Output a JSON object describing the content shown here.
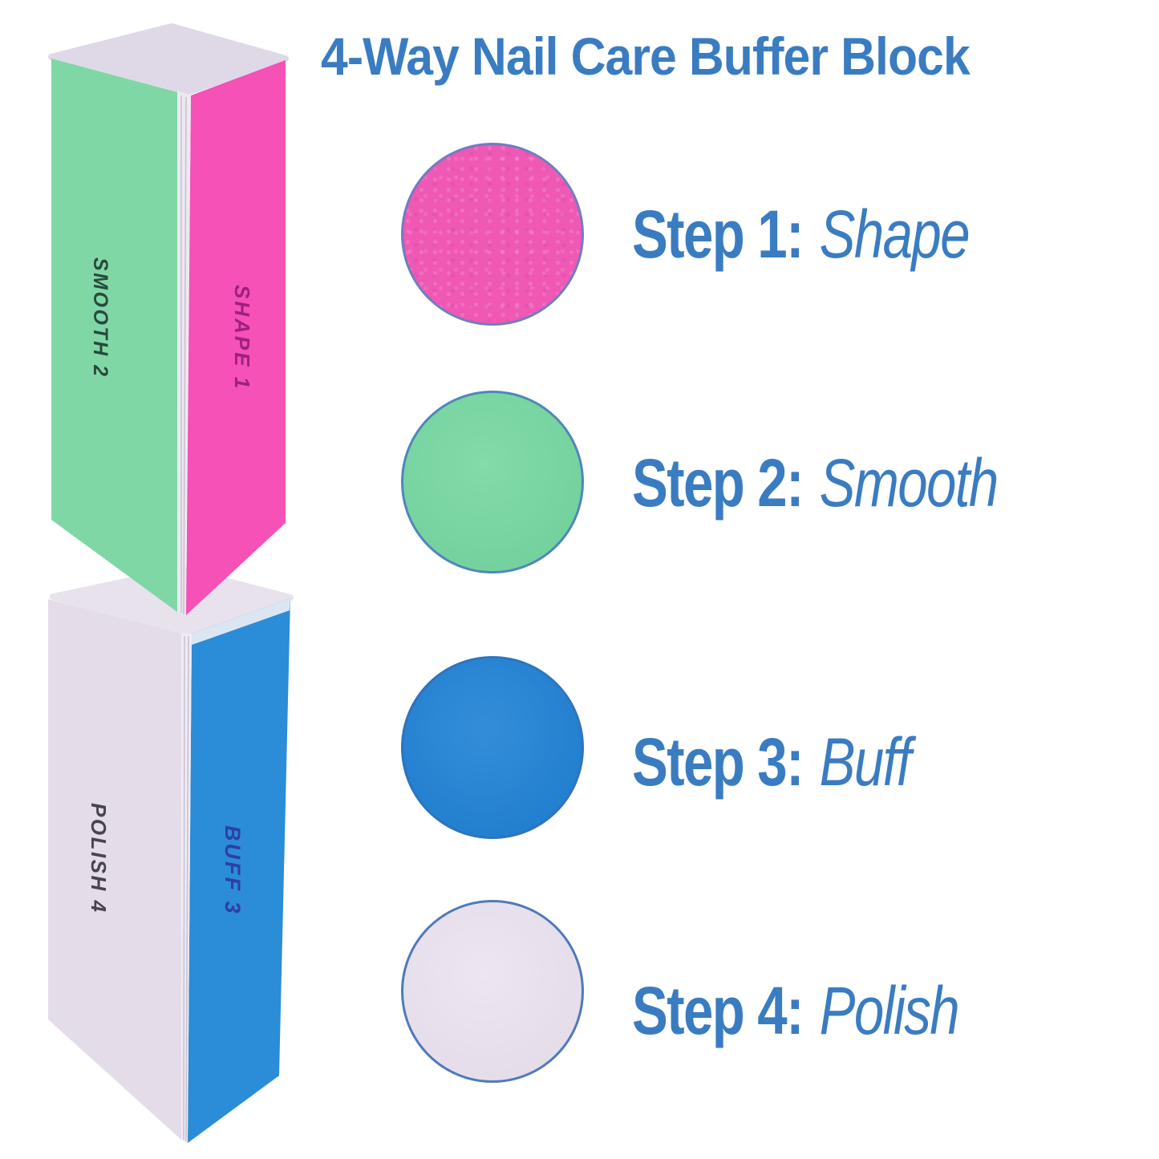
{
  "title": "4-Way Nail Care Buffer Block",
  "theme": {
    "accent_blue": "#3a7cc1",
    "background": "#ffffff"
  },
  "steps": [
    {
      "label": "Step 1:",
      "name": "Shape",
      "swatch_color": "#ef58b4",
      "swatch_border": "#6f7dc3"
    },
    {
      "label": "Step 2:",
      "name": "Smooth",
      "swatch_color": "#74d7a0",
      "swatch_border": "#4f87ba"
    },
    {
      "label": "Step 3:",
      "name": "Buff",
      "swatch_color": "#1d80d4",
      "swatch_border": "#2e74be"
    },
    {
      "label": "Step 4:",
      "name": "Polish",
      "swatch_color": "#ebe3f0",
      "swatch_border": "#4e7abc"
    }
  ],
  "product": {
    "top_block": {
      "top_face_color": "#dfd9e7",
      "left_face": {
        "label": "SMOOTH 2",
        "color": "#7fd7a5",
        "label_color": "#28493c"
      },
      "right_face": {
        "label": "SHAPE 1",
        "color": "#f551b6",
        "label_color": "#9c2180"
      },
      "edge_color": "#ede8f1"
    },
    "bottom_block": {
      "top_face_color": "#e8e2ed",
      "left_face": {
        "label": "POLISH 4",
        "color": "#e4dde9",
        "label_color": "#49424f"
      },
      "right_face": {
        "label": "BUFF 3",
        "color": "#2b8cd7",
        "label_color": "#2e3ea6"
      },
      "edge_color": "#f0ebf4",
      "right_face_top_sliver_color": "#dce6f3"
    }
  }
}
